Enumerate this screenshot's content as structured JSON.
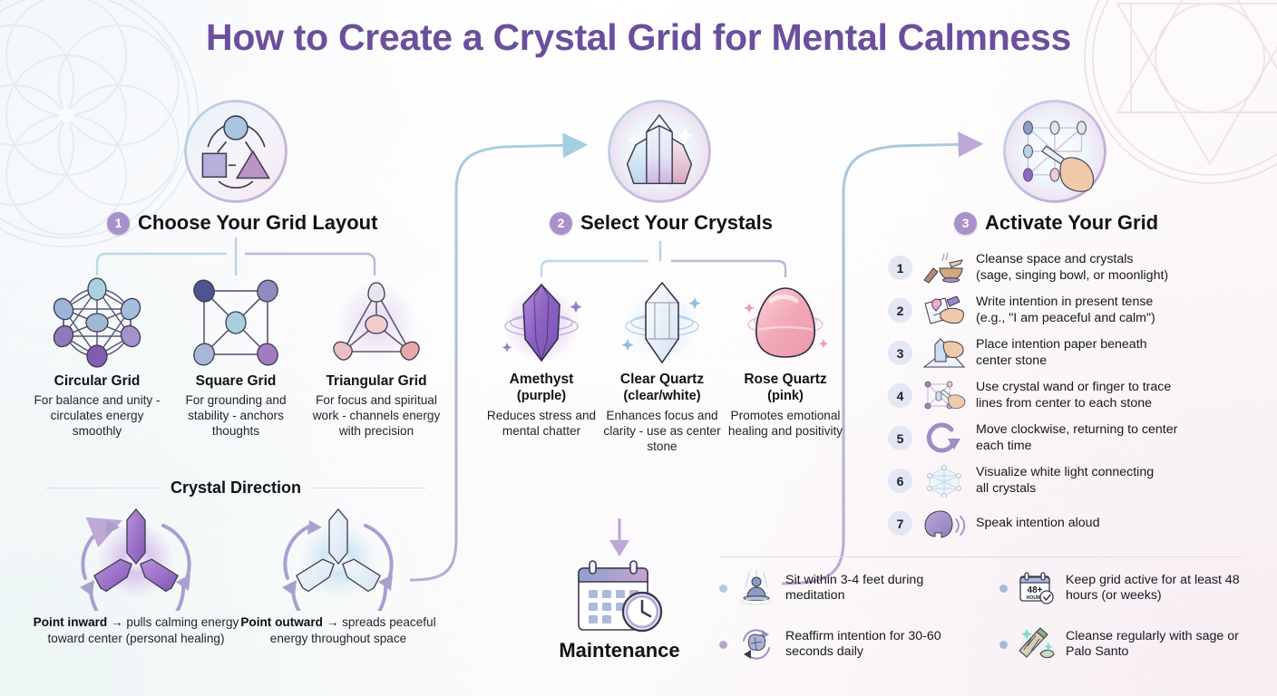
{
  "title": "How to Create a Crystal Grid for Mental Calmness",
  "colors": {
    "title_purple": "#6b4f9e",
    "badge_purple": "#a891cb",
    "step_badge_bg": "#e3e6f3",
    "amethyst": "#8e63c4",
    "clear_quartz": "#cfe0f0",
    "rose_quartz": "#f0a8b4",
    "arrow_blue": "#a7cde2",
    "arrow_purple": "#bda8d6",
    "text_dark": "#16191f"
  },
  "sections": [
    {
      "num": "1",
      "title": "Choose Your Grid Layout",
      "icon": "grid-shapes-icon"
    },
    {
      "num": "2",
      "title": "Select Your Crystals",
      "icon": "crystal-cluster-icon"
    },
    {
      "num": "3",
      "title": "Activate Your Grid",
      "icon": "hand-wand-grid-icon"
    }
  ],
  "grid_layouts": [
    {
      "name": "Circular Grid",
      "desc": "For balance and unity - circulates energy smoothly",
      "icon": "circular-grid-icon"
    },
    {
      "name": "Square Grid",
      "desc": "For grounding and stability - anchors thoughts",
      "icon": "square-grid-icon"
    },
    {
      "name": "Triangular Grid",
      "desc": "For focus and spiritual work - channels energy with precision",
      "icon": "triangular-grid-icon"
    }
  ],
  "crystal_direction": {
    "heading": "Crystal Direction",
    "options": [
      {
        "bold": "Point inward → ",
        "rest": "pulls calming energy toward center (personal healing)",
        "icon": "inward-crystals-icon"
      },
      {
        "bold": "Point outward → ",
        "rest": "spreads peaceful energy throughout space",
        "icon": "outward-crystals-icon"
      }
    ]
  },
  "crystals": [
    {
      "name": "Amethyst",
      "color_label": "(purple)",
      "desc": "Reduces stress and mental chatter",
      "icon": "amethyst-icon"
    },
    {
      "name": "Clear Quartz",
      "color_label": "(clear/white)",
      "desc": "Enhances focus and clarity - use as center stone",
      "icon": "clear-quartz-icon"
    },
    {
      "name": "Rose Quartz",
      "color_label": "(pink)",
      "desc": "Promotes emotional healing and positivity",
      "icon": "rose-quartz-icon"
    }
  ],
  "activation_steps": [
    {
      "num": "1",
      "text": "Cleanse space and crystals\n(sage, singing bowl, or moonlight)",
      "icon": "sage-bowl-icon"
    },
    {
      "num": "2",
      "text": "Write intention in present tense\n(e.g., \"I am peaceful and calm\")",
      "icon": "writing-hand-icon"
    },
    {
      "num": "3",
      "text": "Place intention paper beneath\ncenter stone",
      "icon": "crystal-on-paper-icon"
    },
    {
      "num": "4",
      "text": "Use crystal wand or finger to trace\nlines from center to each stone",
      "icon": "wand-trace-icon"
    },
    {
      "num": "5",
      "text": "Move clockwise, returning to center\neach time",
      "icon": "clockwise-arrow-icon"
    },
    {
      "num": "6",
      "text": "Visualize white light connecting\nall crystals",
      "icon": "light-network-icon"
    },
    {
      "num": "7",
      "text": "Speak intention aloud",
      "icon": "speaking-head-icon"
    }
  ],
  "maintenance": {
    "label": "Maintenance",
    "icon": "calendar-clock-icon",
    "tips": [
      {
        "text": "Sit within 3-4 feet during meditation",
        "icon": "meditating-person-icon",
        "dot": "#a9cfe0"
      },
      {
        "text": "Reaffirm intention for 30-60 seconds daily",
        "icon": "brain-cycle-icon",
        "dot": "#b3a7cf"
      },
      {
        "text": "Keep grid active for at least 48 hours (or weeks)",
        "icon": "calendar-48-hours-icon",
        "dot": "#a9b8d8",
        "badge_number": "48+",
        "badge_unit": "HOURS"
      },
      {
        "text": "Cleanse regularly with sage or Palo Santo",
        "icon": "sage-bundle-icon",
        "dot": "#a9b8d8"
      }
    ]
  }
}
